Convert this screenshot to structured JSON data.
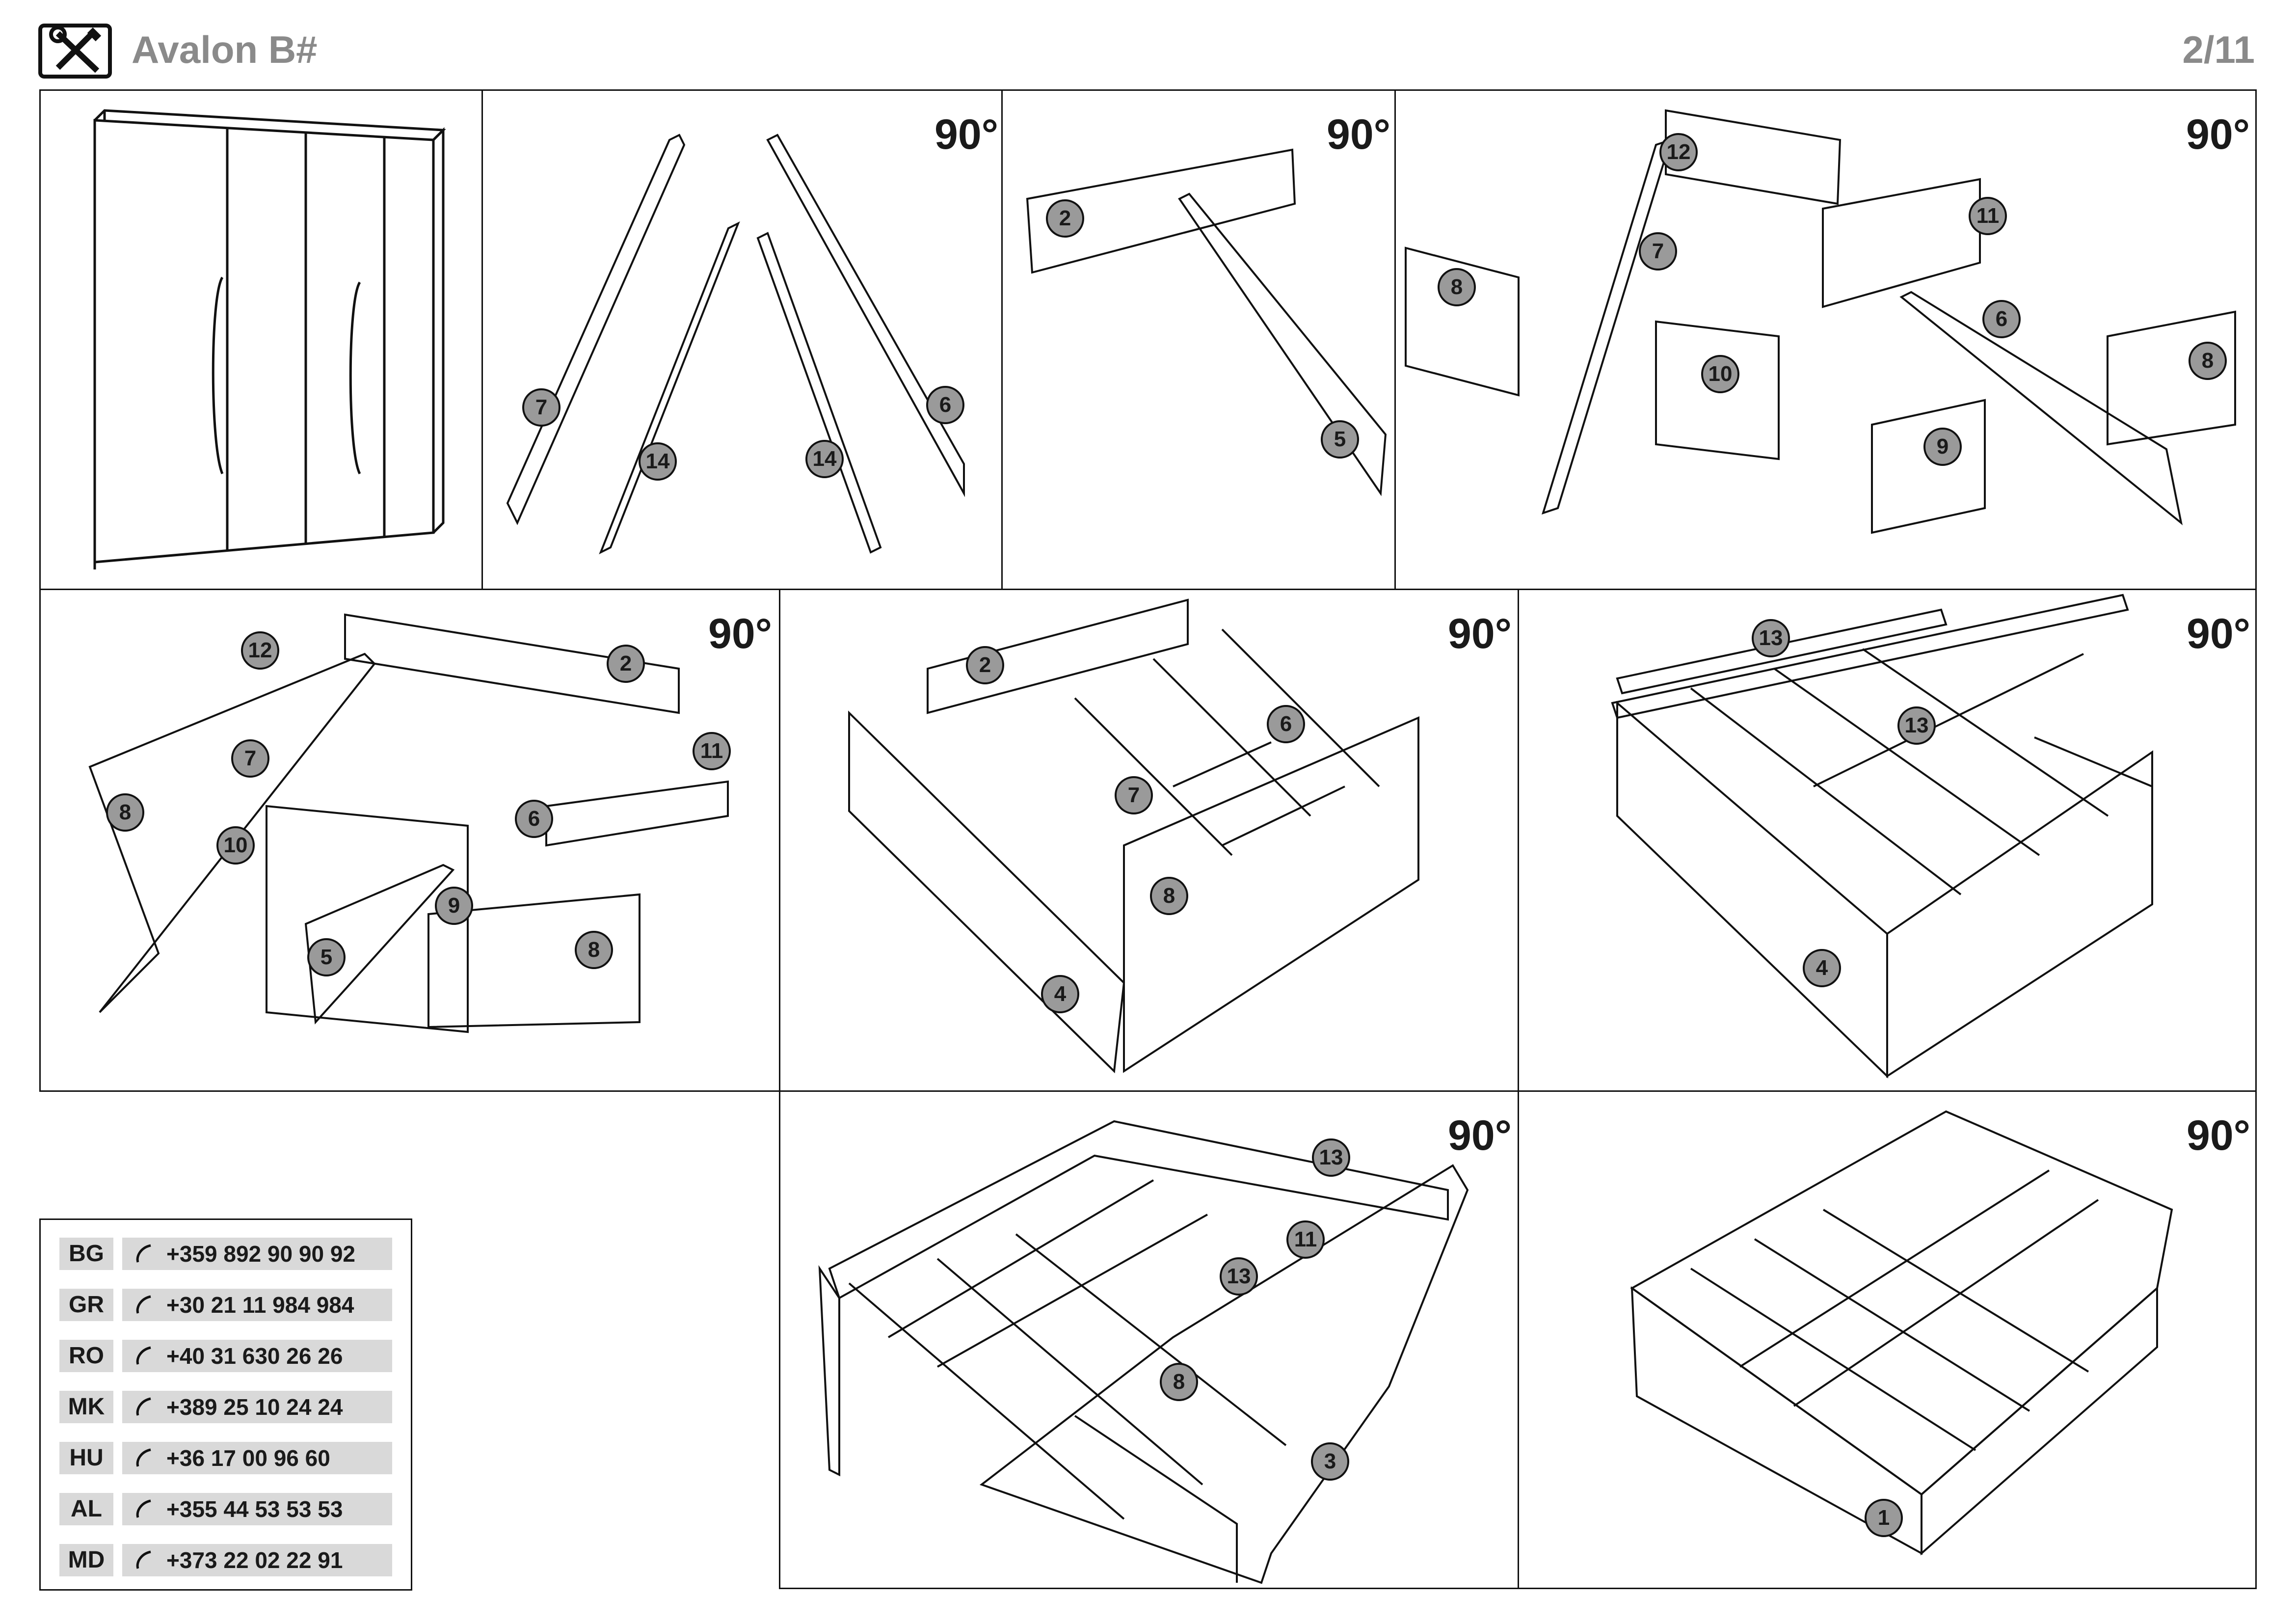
{
  "header": {
    "title": "Avalon B#",
    "page": "2/11",
    "icon": "tools-icon"
  },
  "rotation_label": "90°",
  "contacts": [
    {
      "code": "BG",
      "phone": "+359 892 90 90 92"
    },
    {
      "code": "GR",
      "phone": "+30 21 11 984 984"
    },
    {
      "code": "RO",
      "phone": "+40 31 630 26 26"
    },
    {
      "code": "MK",
      "phone": "+389 25 10 24 24"
    },
    {
      "code": "HU",
      "phone": "+36 17 00 96 60"
    },
    {
      "code": "AL",
      "phone": "+355 44 53 53 53"
    },
    {
      "code": "MD",
      "phone": "+373 22 02 22 91"
    }
  ],
  "labels": {
    "p2": [
      "7",
      "14",
      "14",
      "6"
    ],
    "p3": [
      "2",
      "5"
    ],
    "p4": [
      "12",
      "7",
      "8",
      "10",
      "11",
      "6",
      "8",
      "9"
    ],
    "p5": [
      "12",
      "2",
      "7",
      "11",
      "8",
      "10",
      "6",
      "9",
      "5",
      "8"
    ],
    "p6": [
      "2",
      "6",
      "7",
      "8",
      "4"
    ],
    "p7": [
      "13",
      "13",
      "4"
    ],
    "p8": [
      "13",
      "11",
      "13",
      "8",
      "3"
    ],
    "p9": [
      "1"
    ]
  }
}
